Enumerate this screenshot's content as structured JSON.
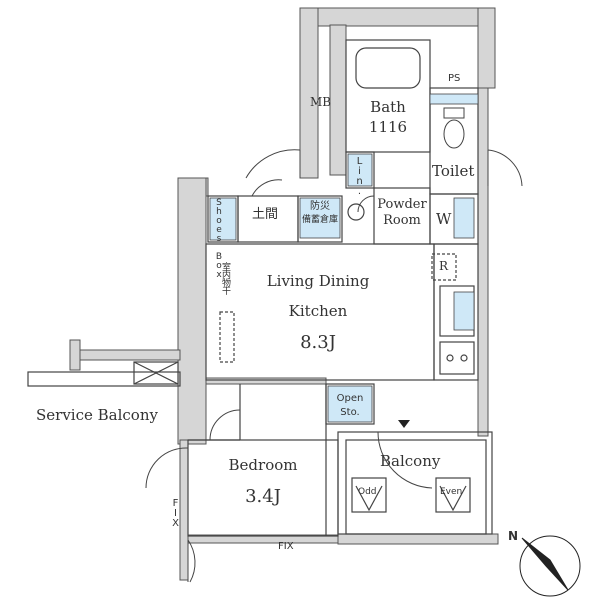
{
  "rooms": {
    "ldk_name_1": "Living Dining",
    "ldk_name_2": "Kitchen",
    "ldk_area": "8.3J",
    "bedroom_name": "Bedroom",
    "bedroom_area": "3.4J",
    "bath_name": "Bath",
    "bath_size": "1116",
    "toilet": "Toilet",
    "powder_1": "Powder",
    "powder_2": "Room",
    "balcony": "Balcony",
    "service_balcony": "Service Balcony"
  },
  "labels": {
    "mb": "MB",
    "ps": "PS",
    "lin": "Lin.",
    "w": "W",
    "r": "R",
    "shoes_box": "Shoes Box",
    "genkan": "土間",
    "storage_1": "防災",
    "storage_2": "備蓄倉庫",
    "indoor_drying": "室内物干",
    "open_sto_1": "Open",
    "open_sto_2": "Sto.",
    "odd": "Odd",
    "even": "Even",
    "fix_bottom": "FIX",
    "fix_left": "FIX",
    "north": "N"
  },
  "colors": {
    "wall": "#d6d6d6",
    "wall_edge": "#555555",
    "line": "#444444",
    "accent_blue": "#cfe8f7",
    "text": "#333333"
  },
  "icons": [
    "compass-icon",
    "bathtub-icon",
    "toilet-icon",
    "sink-icon",
    "stove-icon",
    "washer-icon"
  ]
}
